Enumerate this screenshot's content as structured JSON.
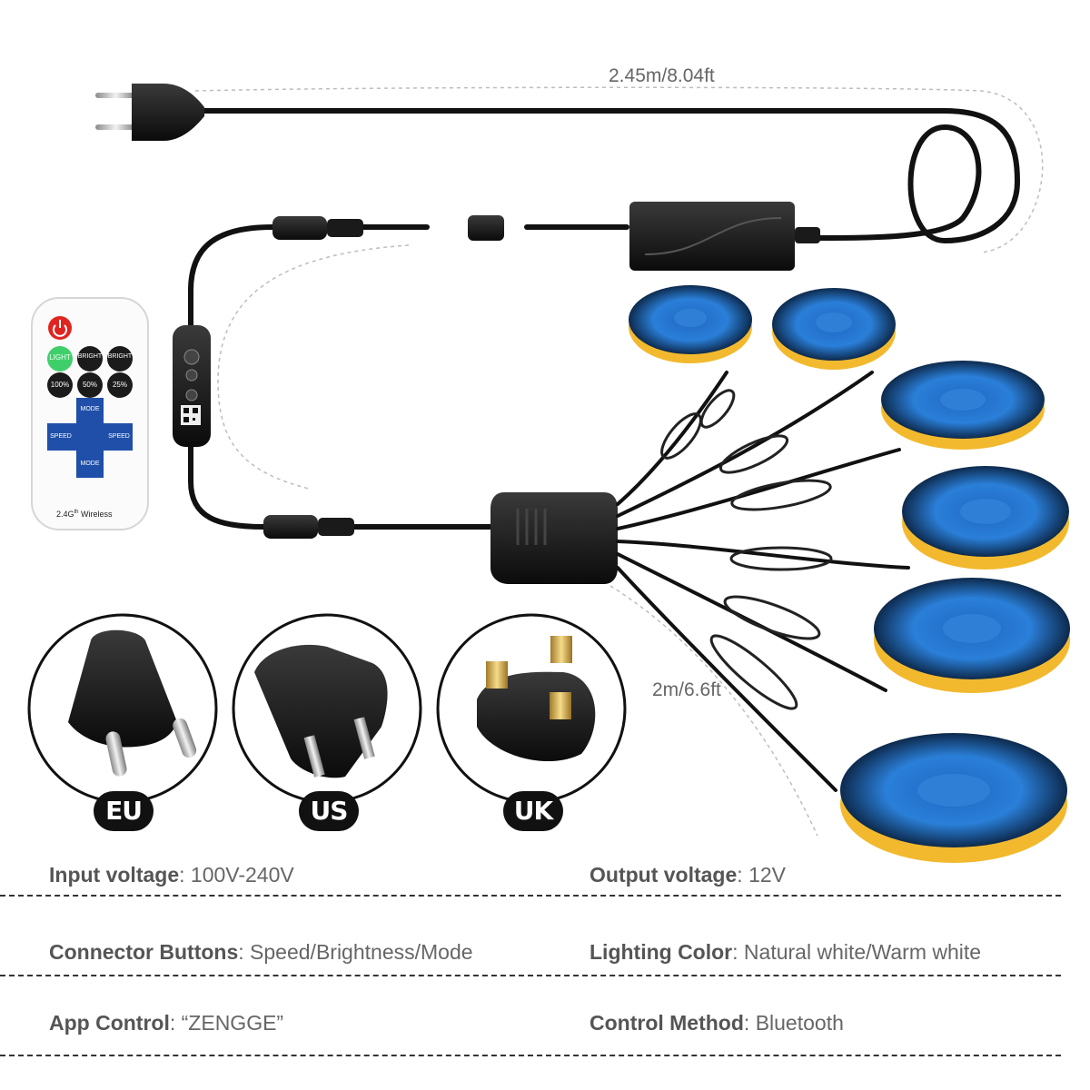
{
  "dimensions": {
    "top_cable": "2.45m/8.04ft",
    "branch_cable": "2m/6.6ft"
  },
  "remote": {
    "buttons": {
      "light": "LIGHT",
      "bright_up": "BRIGHT",
      "bright_down": "BRIGHT",
      "pct100": "100%",
      "pct50": "50%",
      "pct25": "25%",
      "mode_up": "MODE",
      "speed_left": "SPEED",
      "speed_right": "SPEED",
      "mode_down": "MODE"
    },
    "footer": "2.4G",
    "footer_sup": "th",
    "footer_wireless": "Wireless"
  },
  "plugs": [
    {
      "code": "EU"
    },
    {
      "code": "US"
    },
    {
      "code": "UK"
    }
  ],
  "specs": {
    "input_voltage": {
      "label": "Input voltage",
      "value": "100V-240V"
    },
    "output_voltage": {
      "label": "Output voltage",
      "value": "12V"
    },
    "connector_buttons": {
      "label": "Connector Buttons",
      "value": "Speed/Brightness/Mode"
    },
    "lighting_color": {
      "label": "Lighting Color",
      "value": "Natural white/Warm white"
    },
    "app_control": {
      "label": "App Control",
      "value": "“ZENGGE”"
    },
    "control_method": {
      "label": "Control Method",
      "value": "Bluetooth"
    }
  },
  "colors": {
    "strip_blue": "#2f7fd6",
    "strip_yellow": "#f2b92e",
    "power_red": "#e0241f",
    "light_green": "#3fcf6a"
  }
}
